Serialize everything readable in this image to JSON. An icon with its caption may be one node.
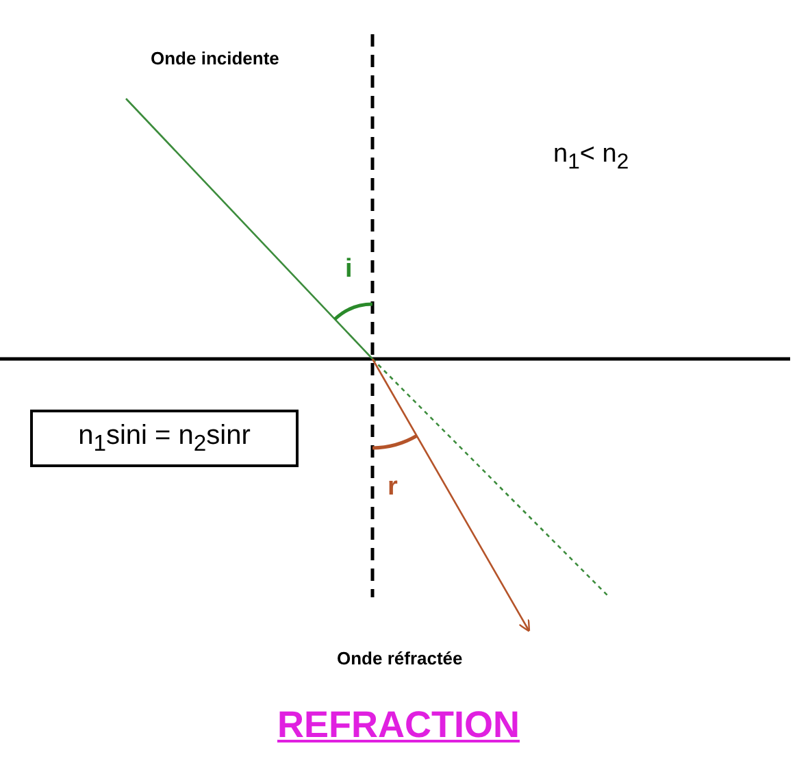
{
  "diagram": {
    "title": "REFRACTION",
    "nodes": [
      {
        "text": [
          "n$_{1}$sini = n$_{2}$sinr"
        ]
      }
    ],
    "labels": [
      "Onde incidente",
      "n$_{1}$< n$_{2}$",
      "i",
      "r",
      "Onde réfractée"
    ]
  }
}
